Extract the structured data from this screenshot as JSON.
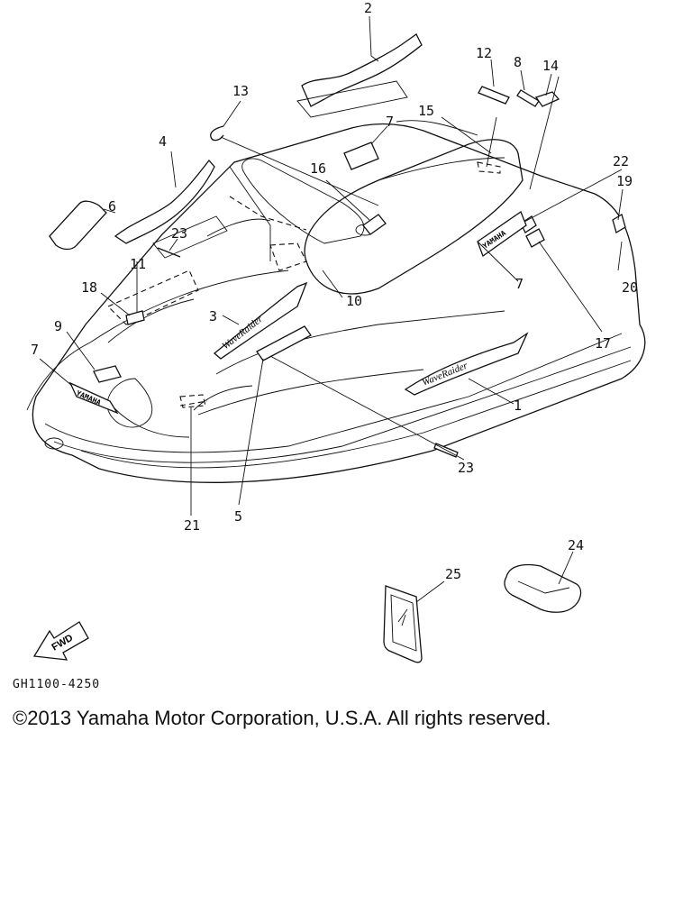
{
  "diagram": {
    "callouts": [
      "1",
      "2",
      "3",
      "4",
      "5",
      "6",
      "7",
      "8",
      "9",
      "10",
      "11",
      "12",
      "13",
      "14",
      "15",
      "16",
      "17",
      "18",
      "19",
      "20",
      "21",
      "22",
      "23",
      "24",
      "25"
    ],
    "fwd_label": "FWD",
    "brand_decal_text": "YAMAHA",
    "model_decal_text": "WaveRaider",
    "drawing_code": "GH1100-4250"
  },
  "footer": {
    "copyright": "©2013 Yamaha Motor Corporation, U.S.A. All rights reserved."
  }
}
